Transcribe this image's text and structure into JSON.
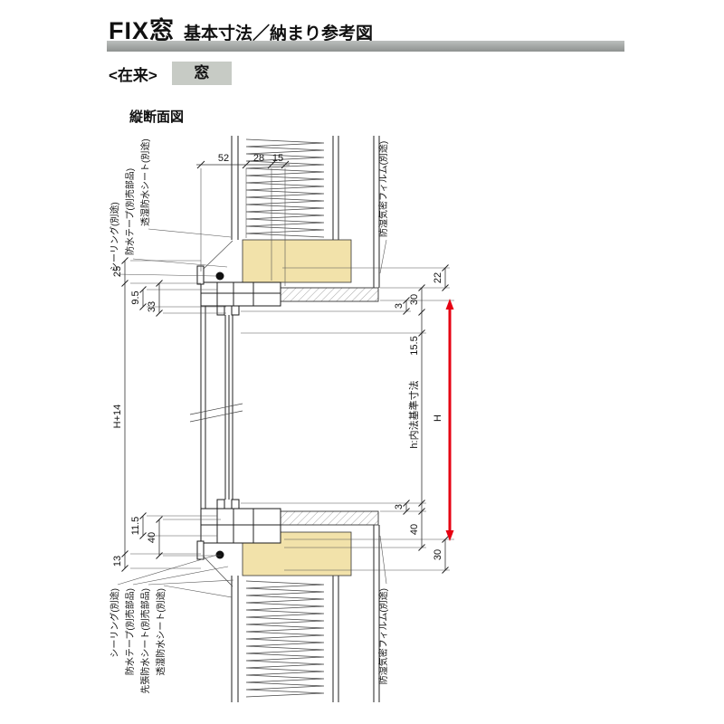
{
  "header": {
    "title_main": "FIX窓",
    "title_sub": "基本寸法／納まり参考図"
  },
  "subheader": {
    "category_label": "<在来>",
    "badge_label": "窓"
  },
  "drawing": {
    "view_label": "縦断面図",
    "top_dims": [
      "52",
      "28",
      "15"
    ],
    "left_dims": {
      "d25": "25",
      "d9_5": "9.5",
      "d33": "33",
      "h_plus": "H+14",
      "d11_5": "11.5",
      "d40": "40",
      "d13": "13"
    },
    "right_dims": {
      "d22": "22",
      "d30_top": "30",
      "d3_top": "3",
      "d15_5": "15.5",
      "inner_label": "h:内法基準寸法",
      "h_label": "H",
      "d3_bot": "3",
      "d40_bot": "40",
      "d30_bot": "30"
    },
    "annotations": {
      "top_left": [
        "シーリング(別途)",
        "防水テープ(別売部品)",
        "透湿防水シート(別途)"
      ],
      "top_right": "防湿気密フィルム(別途)",
      "bottom_left": [
        "シーリング(別途)",
        "防水テープ(別売部品)",
        "先張防水シート(別売部品)",
        "透湿防水シート(別途)"
      ],
      "bottom_right": "防湿気密フィルム(別途)"
    },
    "colors": {
      "wood_fill": "#f2e2aa",
      "arrow_red": "#e60012"
    }
  }
}
